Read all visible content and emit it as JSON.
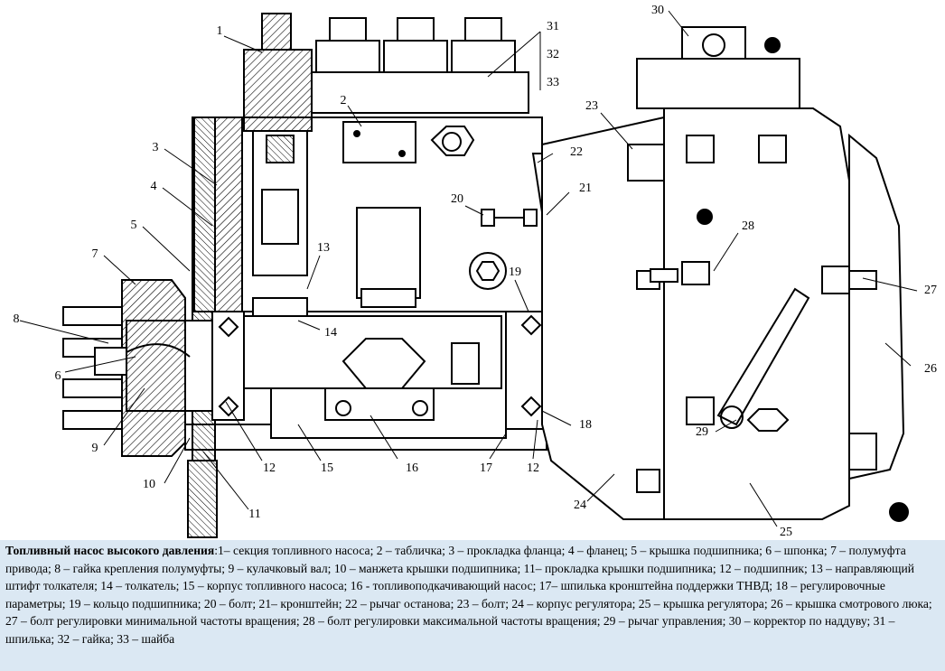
{
  "diagram": {
    "callouts": [
      "1",
      "2",
      "3",
      "4",
      "5",
      "6",
      "7",
      "8",
      "9",
      "10",
      "11",
      "12",
      "12",
      "13",
      "14",
      "15",
      "16",
      "17",
      "18",
      "19",
      "20",
      "21",
      "22",
      "23",
      "24",
      "25",
      "26",
      "27",
      "28",
      "29",
      "30",
      "31",
      "32",
      "33"
    ]
  },
  "caption": {
    "title": "Топливный насос высокого давления",
    "text": ":1– секция топливного насоса; 2 – табличка; 3 – прокладка фланца; 4 – фланец; 5 – крышка подшипника; 6 – шпонка; 7 – полумуфта привода; 8 – гайка крепления полумуфты; 9 – кулачковый вал; 10 – манжета крышки подшипника; 11– прокладка крышки подшипника; 12 – подшипник; 13 – направляющий штифт толкателя; 14 – толкатель; 15 – корпус топливного насоса; 16 - топливоподкачивающий насос; 17– шпилька кронштейна поддержки ТНВД; 18 – регулировочные параметры; 19 – кольцо подшипника; 20 – болт; 21– кронштейн; 22 – рычаг останова; 23 – болт; 24 – корпус регулятора; 25 – крышка регулятора; 26 – крышка смотрового люка; 27 – болт регулировки минимальной частоты вращения; 28 – болт регулировки максимальной частоты вращения; 29 – рычаг управления; 30 – корректор по наддуву; 31 – шпилька; 32 – гайка; 33 – шайба"
  }
}
